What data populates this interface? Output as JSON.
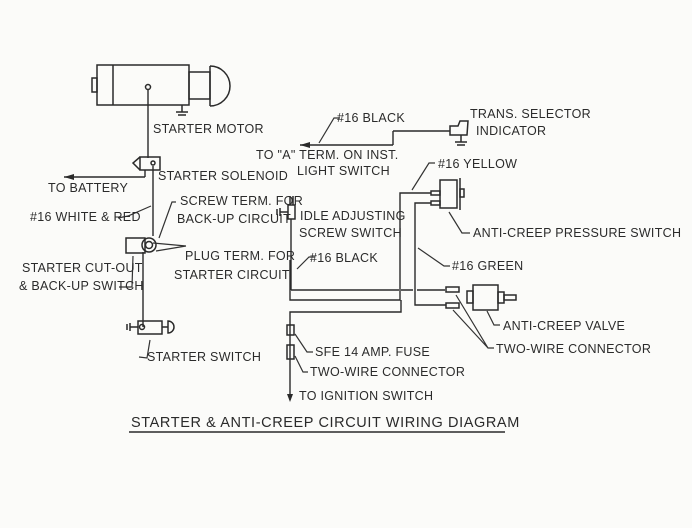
{
  "diagram": {
    "title": "STARTER & ANTI-CREEP CIRCUIT WIRING DIAGRAM",
    "labels": {
      "starter_motor": "STARTER MOTOR",
      "starter_solenoid": "STARTER SOLENOID",
      "to_battery": "TO BATTERY",
      "wire_16_white_red": "#16 WHITE & RED",
      "screw_term_1": "SCREW TERM. FOR",
      "screw_term_2": "BACK-UP CIRCUIT",
      "plug_term_1": "PLUG TERM. FOR",
      "plug_term_2": "STARTER CIRCUIT",
      "cutout_1": "STARTER CUT-OUT",
      "cutout_2": "& BACK-UP SWITCH",
      "starter_switch": "STARTER SWITCH",
      "wire_16_black_top": "#16 BLACK",
      "to_a_term_1": "TO \"A\" TERM. ON INST.",
      "to_a_term_2": "LIGHT SWITCH",
      "trans_1": "TRANS. SELECTOR",
      "trans_2": "INDICATOR",
      "wire_16_yellow": "#16 YELLOW",
      "idle_1": "IDLE ADJUSTING",
      "idle_2": "SCREW SWITCH",
      "wire_16_black_mid": "#16 BLACK",
      "anti_creep_pressure": "ANTI-CREEP PRESSURE SWITCH",
      "wire_16_green": "#16 GREEN",
      "anti_creep_valve": "ANTI-CREEP VALVE",
      "two_wire_right": "TWO-WIRE CONNECTOR",
      "fuse": "SFE 14 AMP. FUSE",
      "two_wire_bottom": "TWO-WIRE CONNECTOR",
      "to_ignition": "TO IGNITION SWITCH"
    }
  }
}
